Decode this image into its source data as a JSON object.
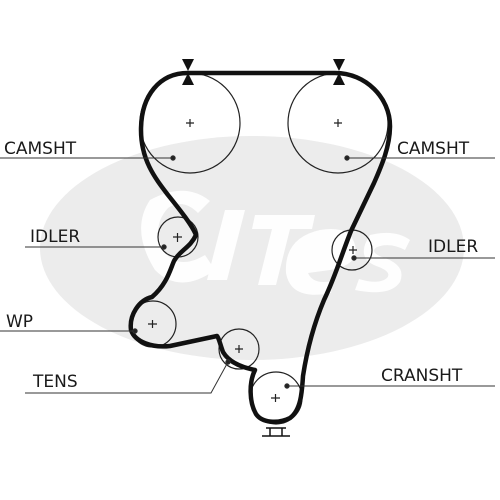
{
  "labels": {
    "camshaft_left": "CAMSHT",
    "camshaft_right": "CAMSHT",
    "idler_left": "IDLER",
    "idler_right": "IDLER",
    "water_pump": "WP",
    "tensioner": "TENS",
    "crankshaft": "CRANSHT"
  },
  "watermark": {
    "brand": "Gates",
    "color": "#e6e6e6"
  },
  "colors": {
    "belt": "#111111",
    "pulley": "#222222",
    "line": "#333333"
  }
}
